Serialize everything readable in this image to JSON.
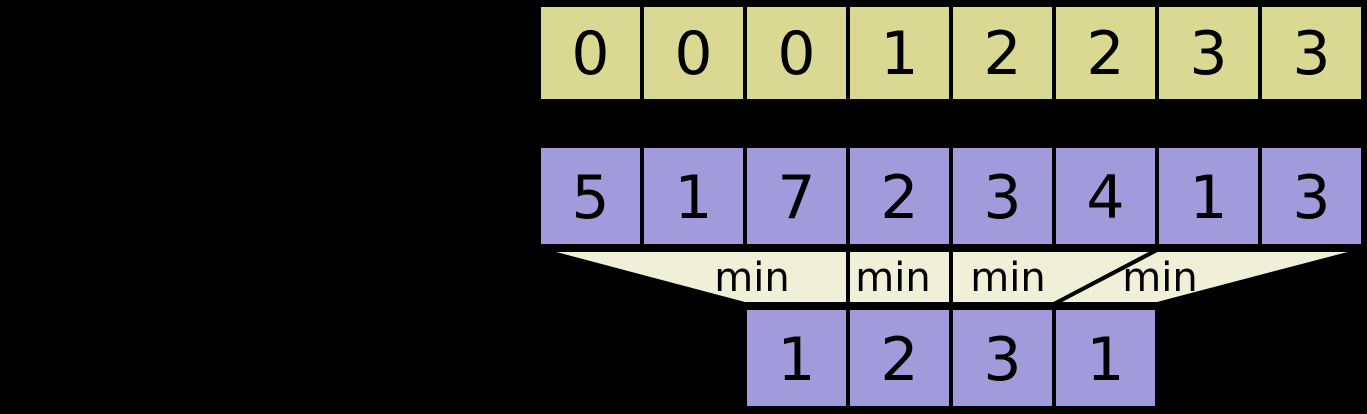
{
  "colors": {
    "background": "#000000",
    "block_index_fill": "#d9d993",
    "array_fill": "#a29bdb",
    "min_band_fill": "#f0f0d8",
    "stroke": "#000000",
    "text": "#000000"
  },
  "block_index_row": {
    "values": [
      "0",
      "0",
      "0",
      "1",
      "2",
      "2",
      "3",
      "3"
    ]
  },
  "array_row": {
    "values": [
      "5",
      "1",
      "7",
      "2",
      "3",
      "4",
      "1",
      "3"
    ]
  },
  "min_labels": [
    "min",
    "min",
    "min",
    "min"
  ],
  "block_min_row": {
    "values": [
      "1",
      "2",
      "3",
      "1"
    ]
  }
}
